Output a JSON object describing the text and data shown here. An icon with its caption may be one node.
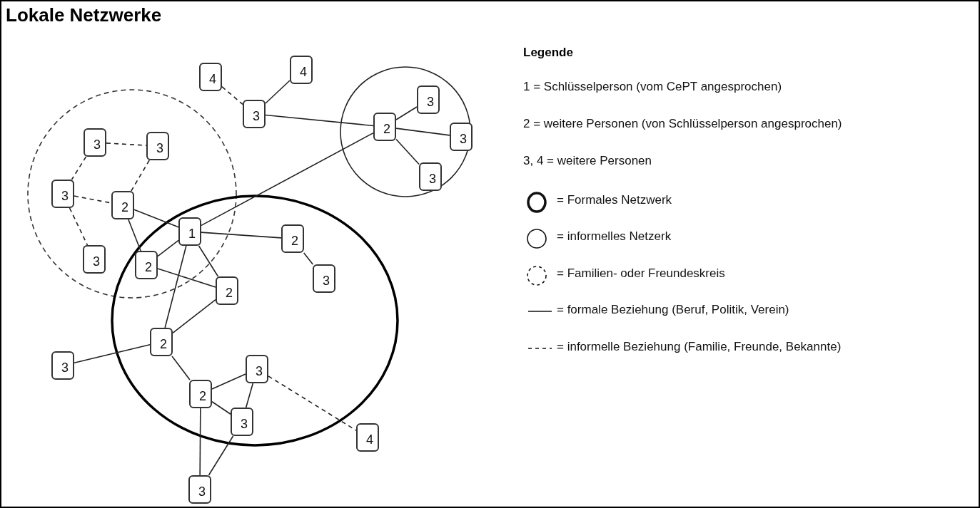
{
  "diagram": {
    "title": "Lokale Netzwerke",
    "nodes": [
      {
        "text": [
          "4"
        ]
      },
      {
        "text": [
          "4"
        ]
      },
      {
        "text": [
          "3"
        ]
      },
      {
        "text": [
          "2"
        ]
      },
      {
        "text": [
          "3"
        ]
      },
      {
        "text": [
          "3"
        ]
      },
      {
        "text": [
          "3"
        ]
      },
      {
        "text": [
          "3"
        ]
      },
      {
        "text": [
          "3"
        ]
      },
      {
        "text": [
          "3"
        ]
      },
      {
        "text": [
          "2"
        ]
      },
      {
        "text": [
          "1"
        ]
      },
      {
        "text": [
          "2"
        ]
      },
      {
        "text": [
          "3"
        ]
      },
      {
        "text": [
          "2"
        ]
      },
      {
        "text": [
          "3"
        ]
      },
      {
        "text": [
          "2"
        ]
      },
      {
        "text": [
          "2"
        ]
      },
      {
        "text": [
          "3"
        ]
      },
      {
        "text": [
          "3"
        ]
      },
      {
        "text": [
          "2"
        ]
      },
      {
        "text": [
          "3"
        ]
      },
      {
        "text": [
          "4"
        ]
      },
      {
        "text": [
          "3"
        ]
      }
    ],
    "edges": [
      {
        "from": 0,
        "to": 2,
        "arrow": "none",
        "style": "dashed"
      },
      {
        "from": 1,
        "to": 2,
        "arrow": "none"
      },
      {
        "from": 2,
        "to": 3,
        "arrow": "none"
      },
      {
        "from": 3,
        "to": 4,
        "arrow": "none"
      },
      {
        "from": 3,
        "to": 5,
        "arrow": "none"
      },
      {
        "from": 3,
        "to": 6,
        "arrow": "none"
      },
      {
        "from": 11,
        "to": 3,
        "arrow": "none"
      },
      {
        "from": 7,
        "to": 8,
        "arrow": "none",
        "style": "dashed"
      },
      {
        "from": 7,
        "to": 9,
        "arrow": "none",
        "style": "dashed"
      },
      {
        "from": 8,
        "to": 10,
        "arrow": "none",
        "style": "dashed"
      },
      {
        "from": 9,
        "to": 10,
        "arrow": "none",
        "style": "dashed"
      },
      {
        "from": 9,
        "to": 13,
        "arrow": "none",
        "style": "dashed"
      },
      {
        "from": 10,
        "to": 11,
        "arrow": "none"
      },
      {
        "from": 10,
        "to": 14,
        "arrow": "none"
      },
      {
        "from": 11,
        "to": 14,
        "arrow": "none"
      },
      {
        "from": 11,
        "to": 12,
        "arrow": "none"
      },
      {
        "from": 11,
        "to": 16,
        "arrow": "none"
      },
      {
        "from": 11,
        "to": 17,
        "arrow": "none"
      },
      {
        "from": 12,
        "to": 15,
        "arrow": "none"
      },
      {
        "from": 14,
        "to": 16,
        "arrow": "none"
      },
      {
        "from": 16,
        "to": 17,
        "arrow": "none"
      },
      {
        "from": 17,
        "to": 18,
        "arrow": "none"
      },
      {
        "from": 17,
        "to": 20,
        "arrow": "none"
      },
      {
        "from": 20,
        "to": 19,
        "arrow": "none"
      },
      {
        "from": 20,
        "to": 21,
        "arrow": "none"
      },
      {
        "from": 19,
        "to": 21,
        "arrow": "none"
      },
      {
        "from": 19,
        "to": 22,
        "arrow": "none",
        "style": "dashed"
      },
      {
        "from": 20,
        "to": 23,
        "arrow": "none"
      },
      {
        "from": 21,
        "to": 23,
        "arrow": "none"
      }
    ],
    "labels": [
      "Legende"
    ],
    "legend": [
      {
        "text": "1 = Schlüsselperson (vom CePT angesprochen)"
      },
      {
        "text": "2 = weitere Personen (von Schlüsselperson angesprochen)"
      },
      {
        "text": "3, 4 = weitere Personen"
      },
      {
        "text": "= Formales Netzwerk"
      },
      {
        "text": "= informelles Netzerk"
      },
      {
        "text": "= Familien- oder Freundeskreis"
      },
      {
        "text": "= formale Beziehung (Beruf, Politik, Verein)"
      },
      {
        "text": "= informelle Beziehung (Familie, Freunde, Bekannte)"
      }
    ]
  }
}
